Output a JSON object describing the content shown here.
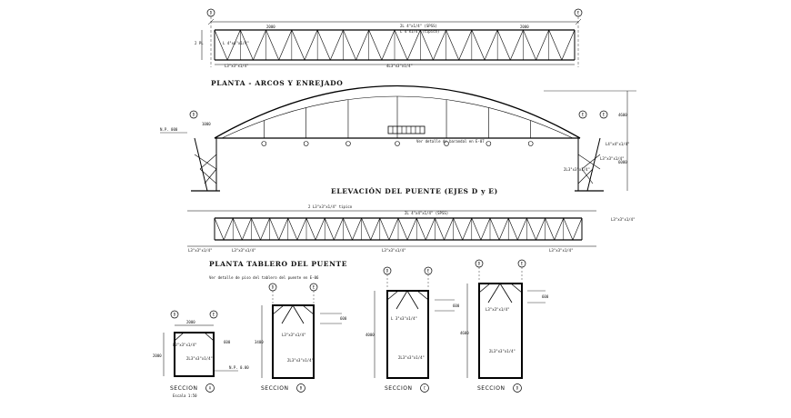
{
  "drawing": {
    "titles": {
      "plan_arches": "PLANTA - ARCOS Y ENREJADO",
      "elevation": "ELEVACIÓN DEL PUENTE (EJES D y E)",
      "deck_plan": "PLANTA TABLERO DEL PUENTE"
    },
    "sections": [
      {
        "label": "SECCION",
        "bubble": "A",
        "scale": "Escala 1:50"
      },
      {
        "label": "SECCION",
        "bubble": "B"
      },
      {
        "label": "SECCION",
        "bubble": "C"
      },
      {
        "label": "SECCION",
        "bubble": "D"
      }
    ],
    "grid_bubbles": [
      "D",
      "E"
    ],
    "annotations": {
      "top_dim_left": "2000",
      "top_dim_right": "2000",
      "top_member_1": "2L 4\"x1/4\" (SPSS)",
      "top_member_2": "L 4\"x1/4\" (tipico)",
      "top_left_member": "L 4\"x4\"x1/4\"",
      "top_side": "2 PL",
      "top_bottom_left": "L3\"x3\"x1/4\"",
      "top_bottom_mid": "4L3\"x3\"x1/4\"",
      "elev_height": "4600",
      "elev_lower": "6000",
      "elev_nivel": "N.P. 000",
      "elev_note": "Ver detalle de barandal en E-07",
      "elev_label_1": "L4\"x4\"x1/4\"",
      "elev_label_2": "L3\"x3\"x1/4\"",
      "elev_label_3": "2L3\"x3\"x1/4\"",
      "deck_member_1": "2 L3\"x3\"x1/4\" tipico",
      "deck_member_2": "2L 4\"x4\"x1/4\" (SPSS)",
      "deck_right": "L3\"x3\"x1/4\"",
      "deck_note": "Ver detalle de piso del tablero del puente en E-06",
      "deck_left": "L3\"x3\"x1/4\"",
      "deck_mid": "L3\"x3\"x1/4\"",
      "deck_mid2": "L3\"x3\"x1/4\"",
      "deck_end": "L3\"x3\"x1/4\"",
      "dim_small": "1000",
      "sec_a_width": "2000",
      "sec_a_height": "2000",
      "sec_a_side": "600",
      "sec_a_label1": "L3\"x3\"x1/4\"",
      "sec_a_label2": "2L3\"x3\"x1/4\"",
      "sec_a_level": "N.P. 0.00",
      "sec_b_height": "3400",
      "sec_b_top": "600",
      "sec_b_label1": "L3\"x3\"x1/4\"",
      "sec_b_label2": "2L3\"x3\"x1/4\"",
      "sec_c_height": "4000",
      "sec_c_top": "600",
      "sec_c_label1": "L 3\"x3\"x1/4\"",
      "sec_c_label2": "2L3\"x3\"x1/4\"",
      "sec_d_height": "4600",
      "sec_d_top": "600",
      "sec_d_label1": "L3\"x3\"x1/4\"",
      "sec_d_label2": "2L3\"x3\"x1/4\""
    }
  }
}
